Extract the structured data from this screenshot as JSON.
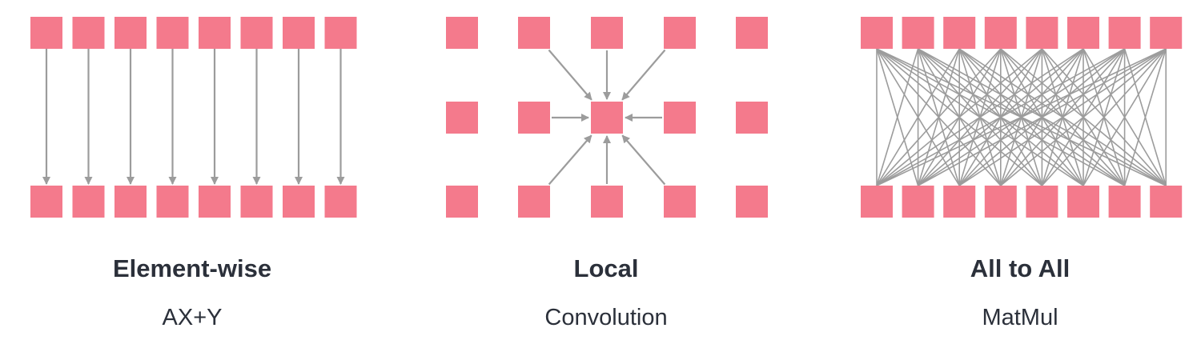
{
  "colors": {
    "node": "#f47a8c",
    "connector": "#9c9c9c",
    "text": "#2b303a"
  },
  "panels": [
    {
      "id": "element-wise",
      "title": "Element-wise",
      "subtitle": "AX+Y",
      "nodes_per_row": 8,
      "connection": "one-to-one"
    },
    {
      "id": "local",
      "title": "Local",
      "subtitle": "Convolution",
      "grid": "5x3",
      "connection": "neighbors-to-center"
    },
    {
      "id": "all-to-all",
      "title": "All to All",
      "subtitle": "MatMul",
      "nodes_per_row": 8,
      "connection": "all-to-all"
    }
  ]
}
